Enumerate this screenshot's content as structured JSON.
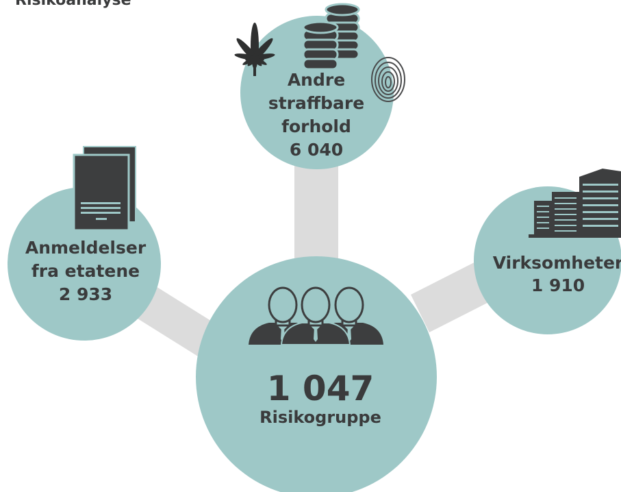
{
  "colors": {
    "node_fill": "#9ec8c7",
    "connector": "#dcdcdc",
    "icon": "#3d3e3f",
    "text": "#3a3b3c"
  },
  "header_cut": "Risikoanalyse",
  "center": {
    "value": "1 047",
    "label": "Risikogruppe",
    "icon": "people-group-icon"
  },
  "nodes": [
    {
      "id": "top",
      "lines": [
        "Andre",
        "straffbare",
        "forhold",
        "6 040"
      ],
      "icons": [
        "cannabis-leaf-icon",
        "coin-stack-icon",
        "fingerprint-icon"
      ]
    },
    {
      "id": "left",
      "lines": [
        "Anmeldelser",
        "fra etatene",
        "2 933"
      ],
      "icons": [
        "documents-icon"
      ]
    },
    {
      "id": "right",
      "lines": [
        "Virksomheter",
        "1 910"
      ],
      "icons": [
        "office-buildings-icon"
      ]
    }
  ]
}
